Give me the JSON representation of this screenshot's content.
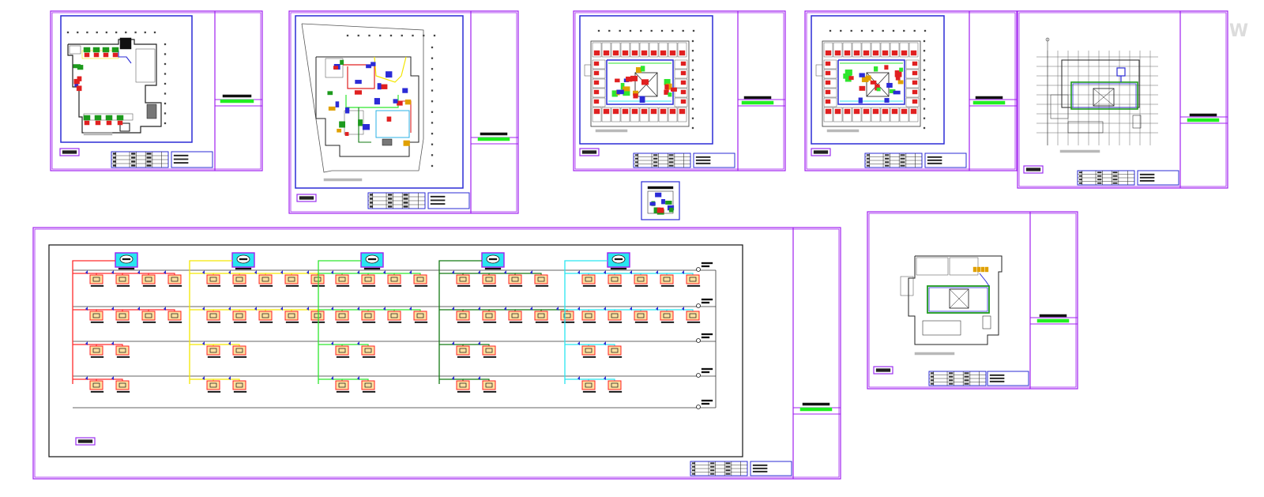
{
  "colors": {
    "border": "#a020f0",
    "frame_blue": "#2b2bd6",
    "drawing_black": "#222222",
    "refrigerant_lines": [
      "#ff2a2a",
      "#f3e600",
      "#2ee62e",
      "#137a13",
      "#28e6f0"
    ],
    "equipment_fill": "#ffe0a0",
    "equipment_border": "#ff2020",
    "stamp_green": "#22ee22",
    "label_purple": "#9b2ff0",
    "caption_gray": "#b8b8b8"
  },
  "drawing_types": {
    "sheet_1": "floor-plan",
    "sheet_2": "floor-plan",
    "sheet_3": "floor-plan",
    "sheet_4": "floor-plan",
    "sheet_5": "floor-plan",
    "sheet_6": "floor-plan",
    "schematic": "vrf-riser-schematic"
  },
  "schematic": {
    "groups": 5,
    "rows": [
      4,
      4,
      2,
      2
    ],
    "outdoor_units_per_group": 1
  },
  "watermark": "W"
}
